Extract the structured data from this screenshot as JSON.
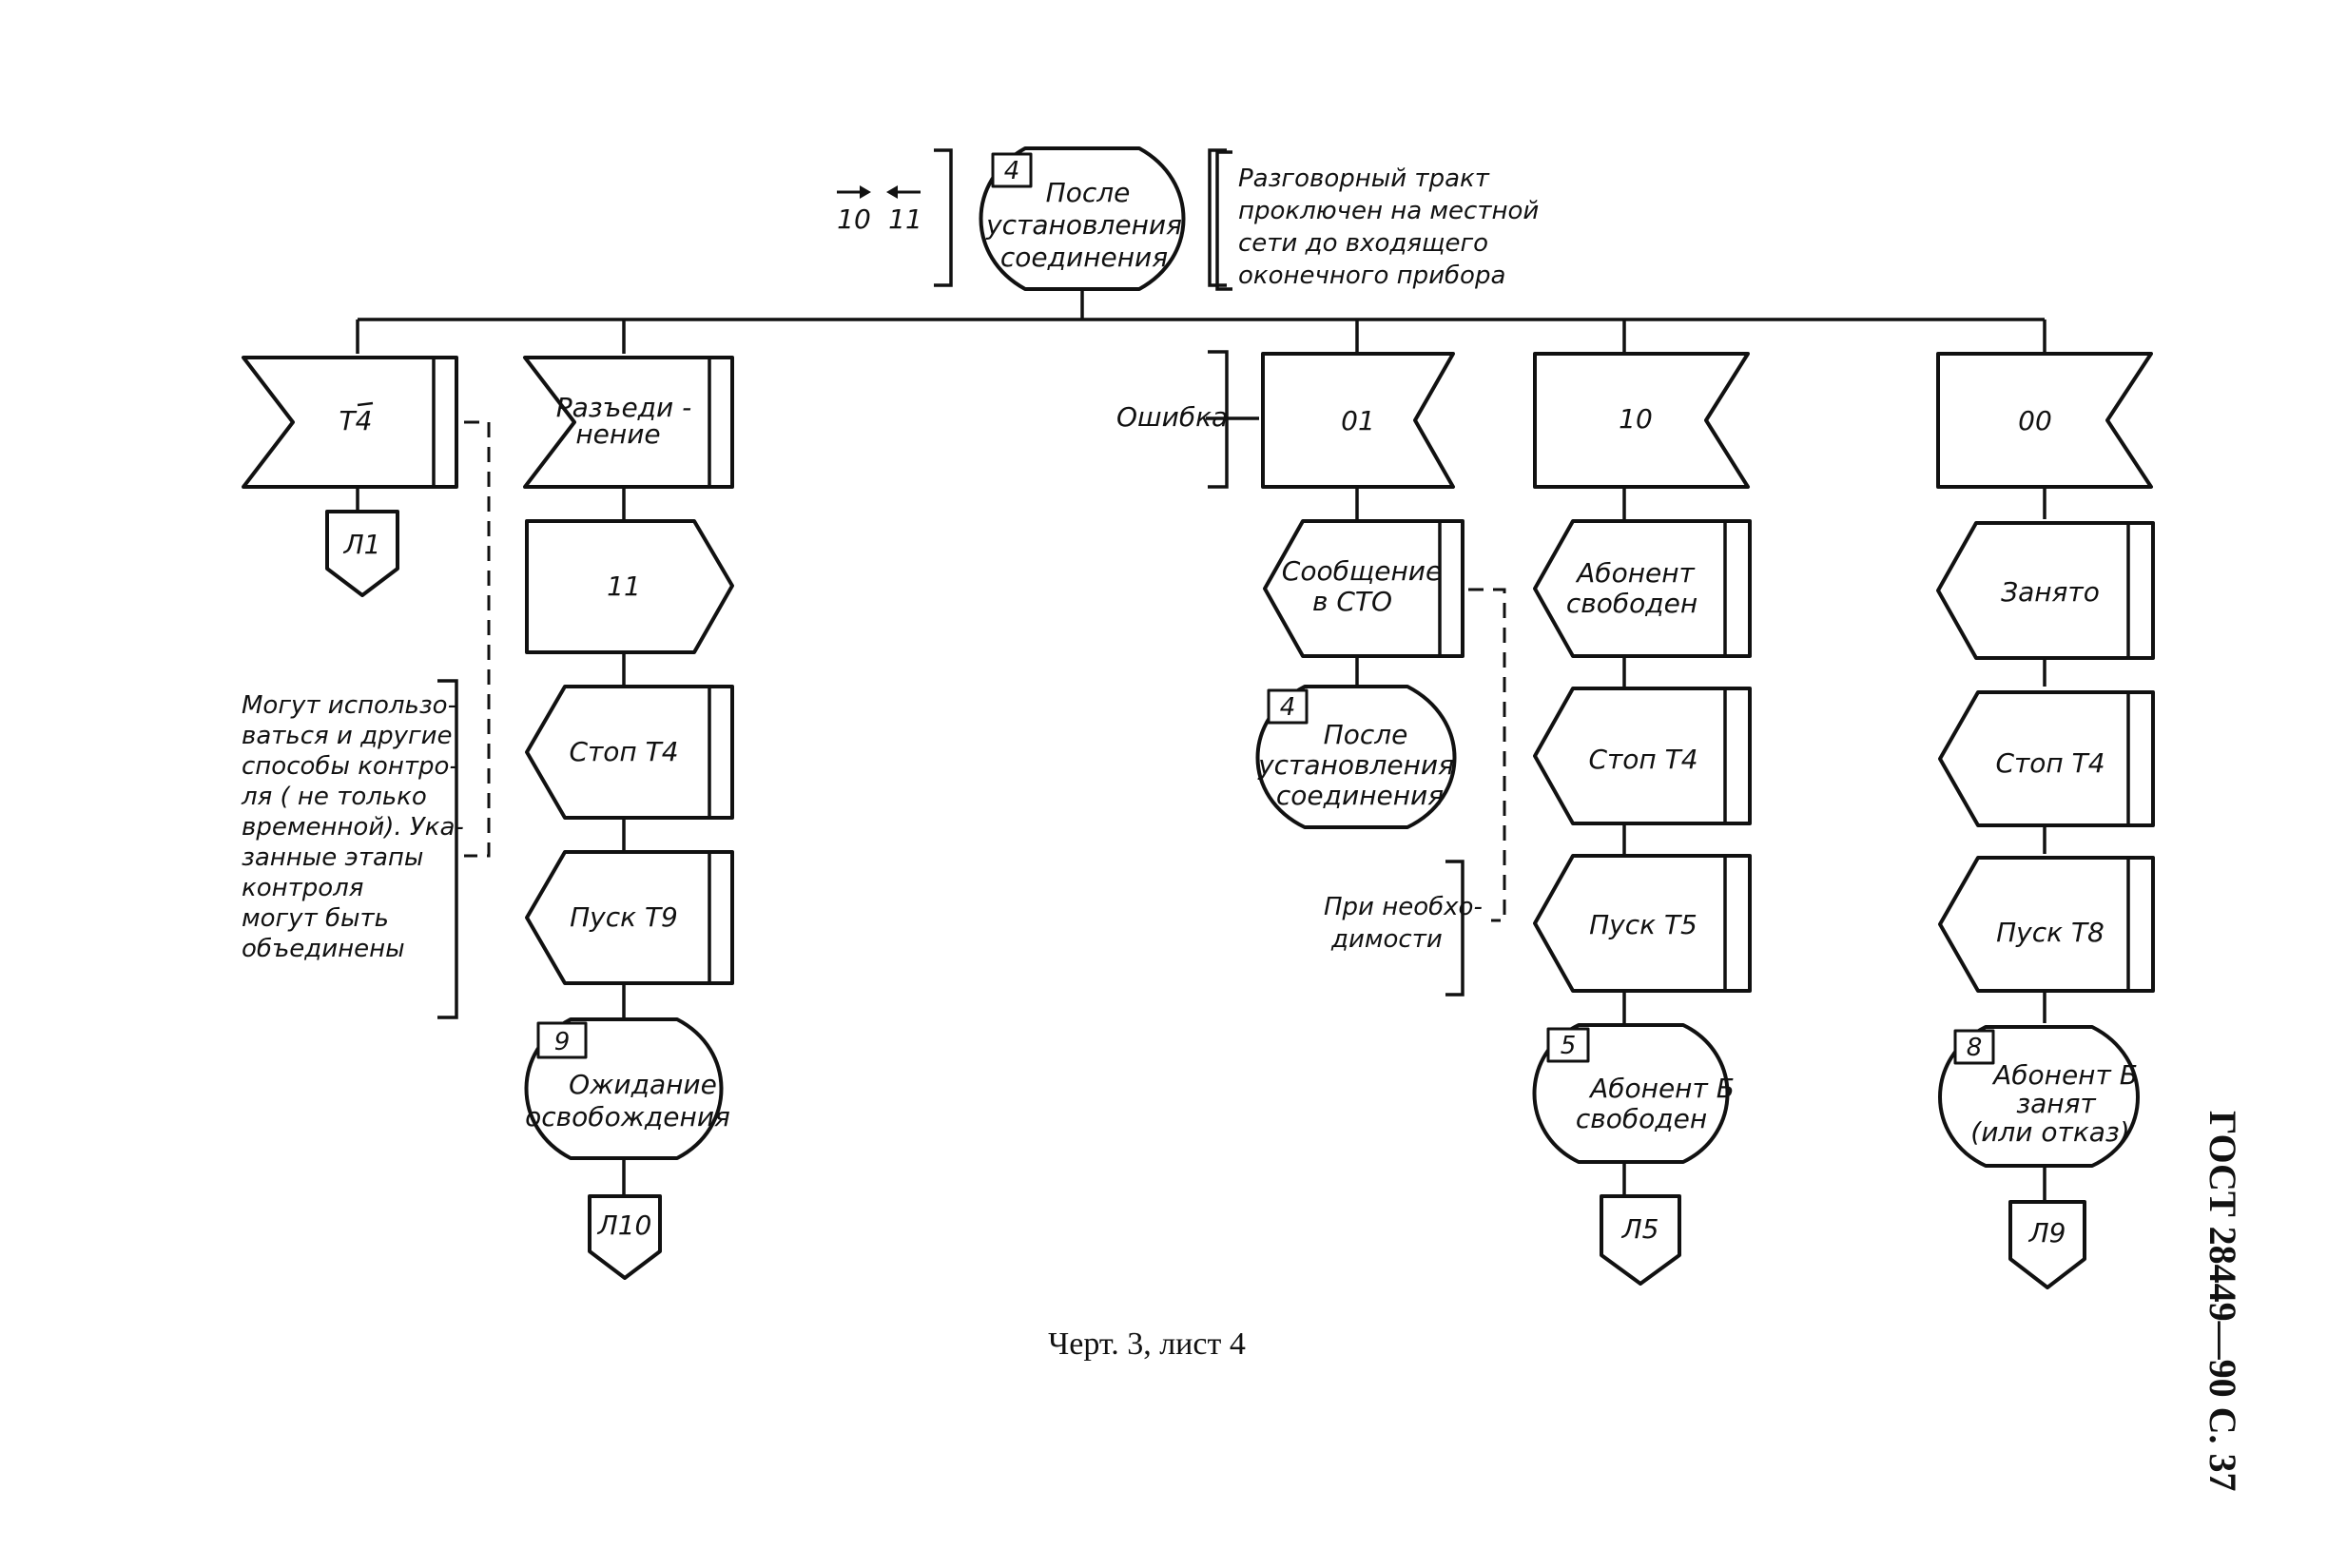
{
  "top": {
    "state_number": "4",
    "state_lines": [
      "После",
      "установления",
      "соединения"
    ],
    "arrow_left_label": "10",
    "arrow_right_label": "11",
    "comment_lines": [
      "Разговорный тракт",
      "проключен на местной",
      "сети до входящего",
      "оконечного прибора"
    ]
  },
  "col1": {
    "input_lines": [
      "T4"
    ],
    "connector": "Л1"
  },
  "col2": {
    "input_lines": [
      "Разъеди -",
      "нение"
    ],
    "output_lines": [
      "11"
    ],
    "task1_lines": [
      "Стоп Т4"
    ],
    "task2_lines": [
      "Пуск Т9"
    ],
    "state_number": "9",
    "state_lines": [
      "Ожидание",
      "освобождения"
    ],
    "connector": "Л10"
  },
  "left_note_lines": [
    "Могут использо-",
    "ваться и другие",
    "способы контро-",
    "ля ( не только",
    "временной). Ука-",
    "занные этапы",
    "контроля",
    "могут быть",
    "объединены"
  ],
  "col3": {
    "error_label": "Ошибка",
    "input_lines": [
      "01"
    ],
    "task_lines": [
      "Сообщение",
      "в СТО"
    ],
    "state_number": "4",
    "state_lines": [
      "После",
      "установления",
      "соединения"
    ]
  },
  "middle_note_lines": [
    "При необхо-",
    "димости"
  ],
  "col4": {
    "input_lines": [
      "10"
    ],
    "task1_lines": [
      "Абонент",
      "свободен"
    ],
    "task2_lines": [
      "Стоп Т4"
    ],
    "task3_lines": [
      "Пуск Т5"
    ],
    "state_number": "5",
    "state_lines": [
      "Абонент Б",
      "свободен"
    ],
    "connector": "Л5"
  },
  "col5": {
    "input_lines": [
      "00"
    ],
    "task1_lines": [
      "Занято"
    ],
    "task2_lines": [
      "Стоп Т4"
    ],
    "task3_lines": [
      "Пуск Т8"
    ],
    "state_number": "8",
    "state_lines": [
      "Абонент Б",
      "занят",
      "(или отказ)"
    ],
    "connector": "Л9"
  },
  "caption": "Черт. 3, лист 4",
  "side_header": "ГОСТ 28449—90 С. 37"
}
